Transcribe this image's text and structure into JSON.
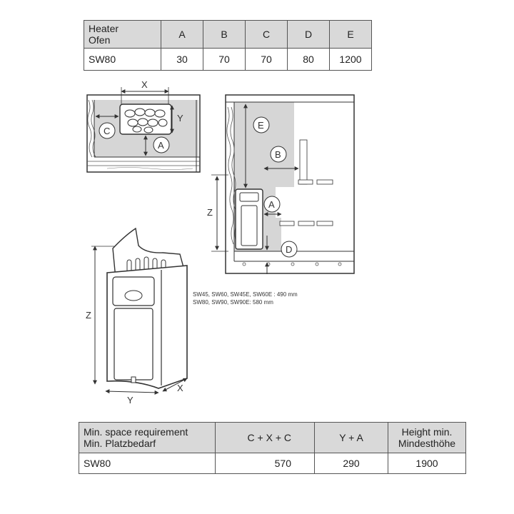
{
  "heater_table": {
    "header": [
      "Heater\nOfen",
      "A",
      "B",
      "C",
      "D",
      "E"
    ],
    "row": [
      "SW80",
      "30",
      "70",
      "70",
      "80",
      "1200"
    ]
  },
  "diagram_labels": {
    "x": "X",
    "y": "Y",
    "z": "Z",
    "a": "A",
    "b": "B",
    "c": "C",
    "d": "D",
    "e": "E"
  },
  "model_note": [
    "SW45, SW60, SW45E, SW60E : 490 mm",
    "SW80, SW90, SW90E: 580 mm"
  ],
  "space_table": {
    "header": [
      "Min. space requirement\nMin. Platzbedarf",
      "C + X + C",
      "Y + A",
      "Height min.\nMindesthöhe"
    ],
    "row": [
      "SW80",
      "570",
      "290",
      "1900"
    ]
  },
  "colors": {
    "header_bg": "#d9d9d9",
    "wall_gray": "#d6d6d6",
    "line": "#333333"
  }
}
